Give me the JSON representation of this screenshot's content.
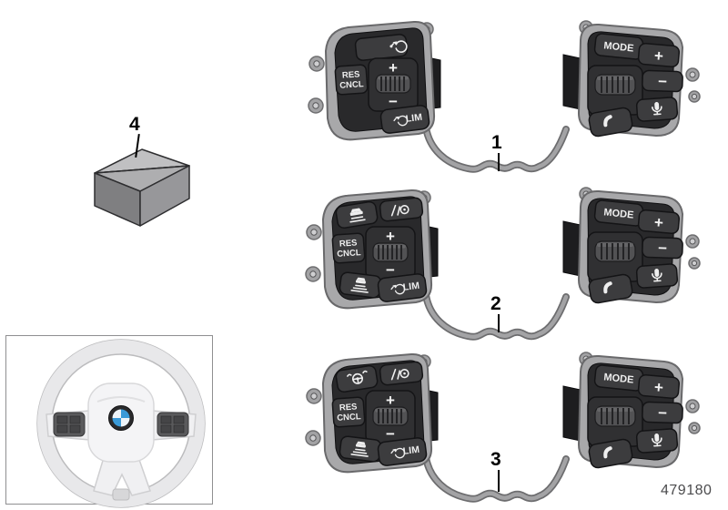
{
  "page": {
    "background": "#ffffff",
    "part_number": "479180"
  },
  "callouts": {
    "c1": "1",
    "c2": "2",
    "c3": "3",
    "c4": "4"
  },
  "switch_labels": {
    "res": "RES",
    "cncl": "CNCL",
    "lim": "LIM",
    "mode": "MODE",
    "plus": "+",
    "minus": "−"
  },
  "rows": [
    {
      "callout": "1",
      "left_panel_buttons": [
        "cruise-dial",
        "res-cncl",
        "plus",
        "scroll-wheel",
        "minus",
        "lim"
      ],
      "right_panel_buttons": [
        "mode",
        "plus",
        "scroll-wheel",
        "minus",
        "microphone",
        "phone"
      ]
    },
    {
      "callout": "2",
      "left_panel_buttons": [
        "distance-car",
        "lane-steer",
        "res-cncl",
        "plus",
        "scroll-wheel",
        "minus",
        "set-distance",
        "lim"
      ],
      "right_panel_buttons": [
        "mode",
        "plus",
        "scroll-wheel",
        "minus",
        "microphone",
        "phone"
      ]
    },
    {
      "callout": "3",
      "left_panel_buttons": [
        "steering-assist",
        "lane-steer",
        "res-cncl",
        "plus",
        "scroll-wheel",
        "minus",
        "set-distance",
        "lim"
      ],
      "right_panel_buttons": [
        "mode",
        "plus",
        "scroll-wheel",
        "minus",
        "microphone",
        "phone"
      ]
    }
  ],
  "icons": {
    "cruise-dial-icon": "dial circle with arrow and needle",
    "lim-gauge-icon": "speed limiter gauge with needle",
    "distance-car-icon": "car above distance lines",
    "set-distance-icon": "car above stacked distance lines",
    "lane-steer-icon": "lane lines with steering wheel",
    "steering-assist-icon": "steering wheel with side waves",
    "microphone-icon": "microphone",
    "phone-icon": "telephone handset",
    "bmw-roundel-icon": "blue and white quartered roundel"
  },
  "colors": {
    "button_dark": "#3c3c3e",
    "panel_inner": "#29292b",
    "frame_gray": "#a8a8aa",
    "cable_gray": "#a3a3a5",
    "cable_edge": "#6d6d6f",
    "callout_text": "#000000",
    "part_number_text": "#4b4b4d",
    "wheel_rim": "#e8e8ea",
    "bmw_blue": "#3a9ad8",
    "box_top": "#b9b9bb",
    "box_front": "#7f7f81",
    "box_side": "#97979a"
  }
}
